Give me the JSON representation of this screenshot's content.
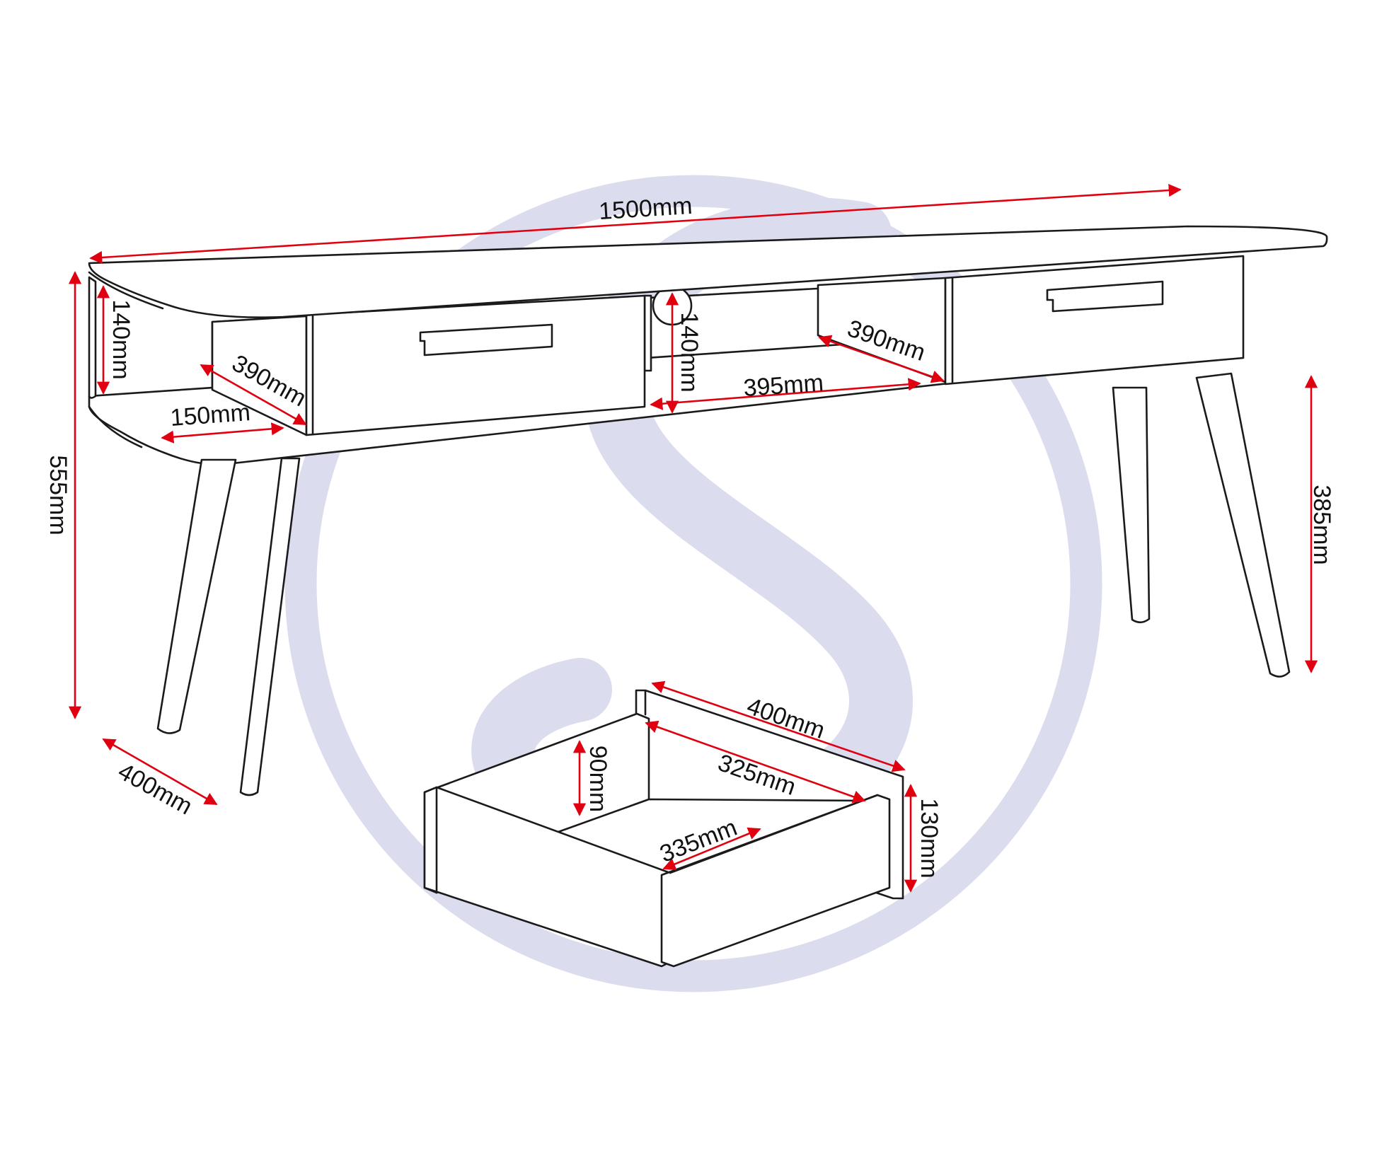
{
  "colors": {
    "outline": "#1a1a1a",
    "dimension_line": "#e0000f",
    "watermark": "#dcdcef",
    "background": "#ffffff"
  },
  "dimensions": {
    "overall_width": "1500mm",
    "overall_height": "555mm",
    "overall_depth": "400mm",
    "leg_height": "385mm",
    "side_shelf_height": "140mm",
    "side_shelf_depth": "390mm",
    "side_shelf_width": "150mm",
    "centre_shelf_height": "140mm",
    "centre_shelf_width": "395mm",
    "centre_shelf_depth": "390mm",
    "drawer_front_width": "400mm",
    "drawer_inner_length": "325mm",
    "drawer_inner_width": "335mm",
    "drawer_inner_height": "90mm",
    "drawer_front_height": "130mm"
  },
  "watermark": {
    "icon": "s-logo-watermark-icon"
  }
}
